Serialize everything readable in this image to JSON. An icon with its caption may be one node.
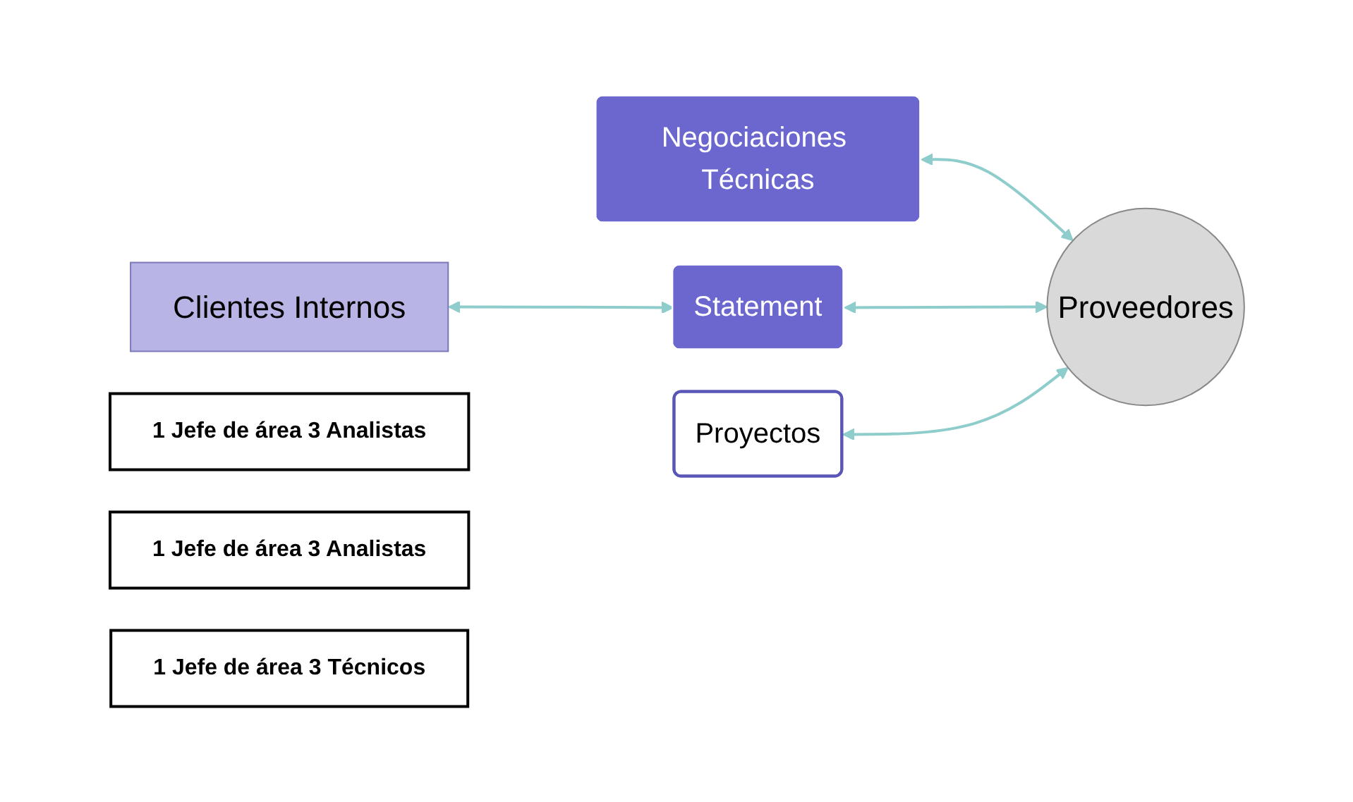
{
  "diagram": {
    "nodes": [
      {
        "text": [
          "Clientes Internos"
        ]
      },
      {
        "text": [
          "1 Jefe de área 3 Analistas"
        ]
      },
      {
        "text": [
          "Negociaciones Técnicas"
        ]
      },
      {
        "text": [
          "Statement"
        ]
      },
      {
        "text": [
          "1 Jefe de área 3 Analistas"
        ]
      },
      {
        "text": [
          "Proveedores"
        ]
      },
      {
        "text": [
          "Proyectos"
        ]
      },
      {
        "text": [
          "1 Jefe de área 3 Técnicos"
        ]
      }
    ],
    "edges": [
      {
        "from": 0,
        "to": 3,
        "arrow": "both"
      },
      {
        "from": 2,
        "to": 5,
        "arrow": "both"
      },
      {
        "from": 3,
        "to": 5,
        "arrow": "both"
      },
      {
        "from": 6,
        "to": 5,
        "arrow": "both"
      }
    ]
  }
}
